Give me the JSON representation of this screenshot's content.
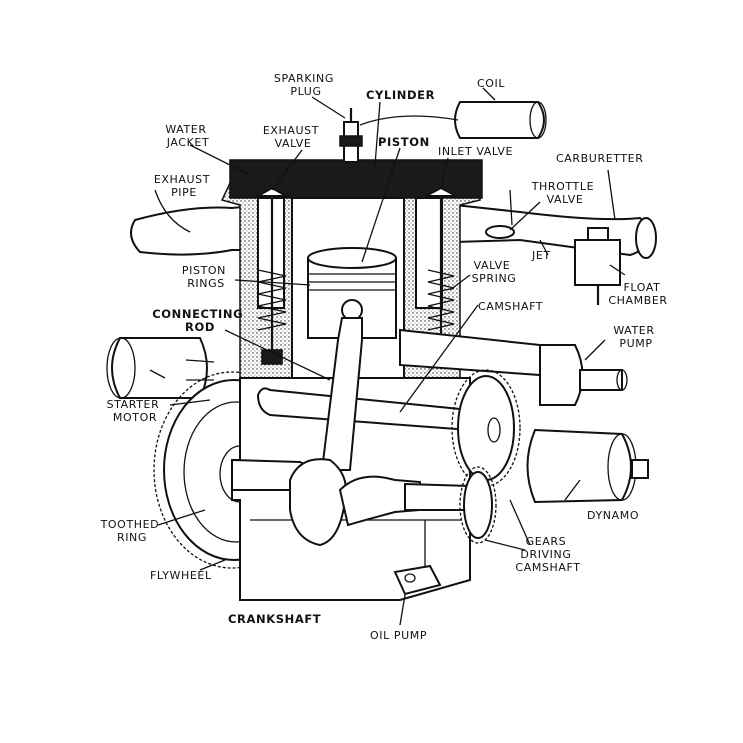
{
  "labels": {
    "sparking_plug": [
      "SPARKING",
      "PLUG"
    ],
    "cylinder": "CYLINDER",
    "coil": "COIL",
    "water_jacket": [
      "WATER",
      "JACKET"
    ],
    "exhaust_valve": [
      "EXHAUST",
      "VALVE"
    ],
    "piston": "PISTON",
    "inlet_valve": "INLET  VALVE",
    "carburetter": "CARBURETTER",
    "exhaust_pipe": [
      "EXHAUST",
      "PIPE"
    ],
    "throttle_valve": [
      "THROTTLE",
      "VALVE"
    ],
    "piston_rings": [
      "PISTON",
      "RINGS"
    ],
    "valve_spring": [
      "VALVE",
      "SPRING"
    ],
    "jet": "JET",
    "float_chamber": [
      "FLOAT",
      "CHAMBER"
    ],
    "connecting_rod": [
      "CONNECTING",
      "ROD"
    ],
    "camshaft": "CAMSHAFT",
    "water_pump": [
      "WATER",
      "PUMP"
    ],
    "starter_motor": [
      "STARTER",
      "MOTOR"
    ],
    "dynamo": "DYNAMO",
    "toothed_ring": [
      "TOOTHED",
      "RING"
    ],
    "gears_driving_camshaft": [
      "GEARS",
      "DRIVING",
      "CAMSHAFT"
    ],
    "flywheel": "FLYWHEEL",
    "crankshaft": "CRANKSHAFT",
    "oil_pump": "OIL  PUMP"
  }
}
